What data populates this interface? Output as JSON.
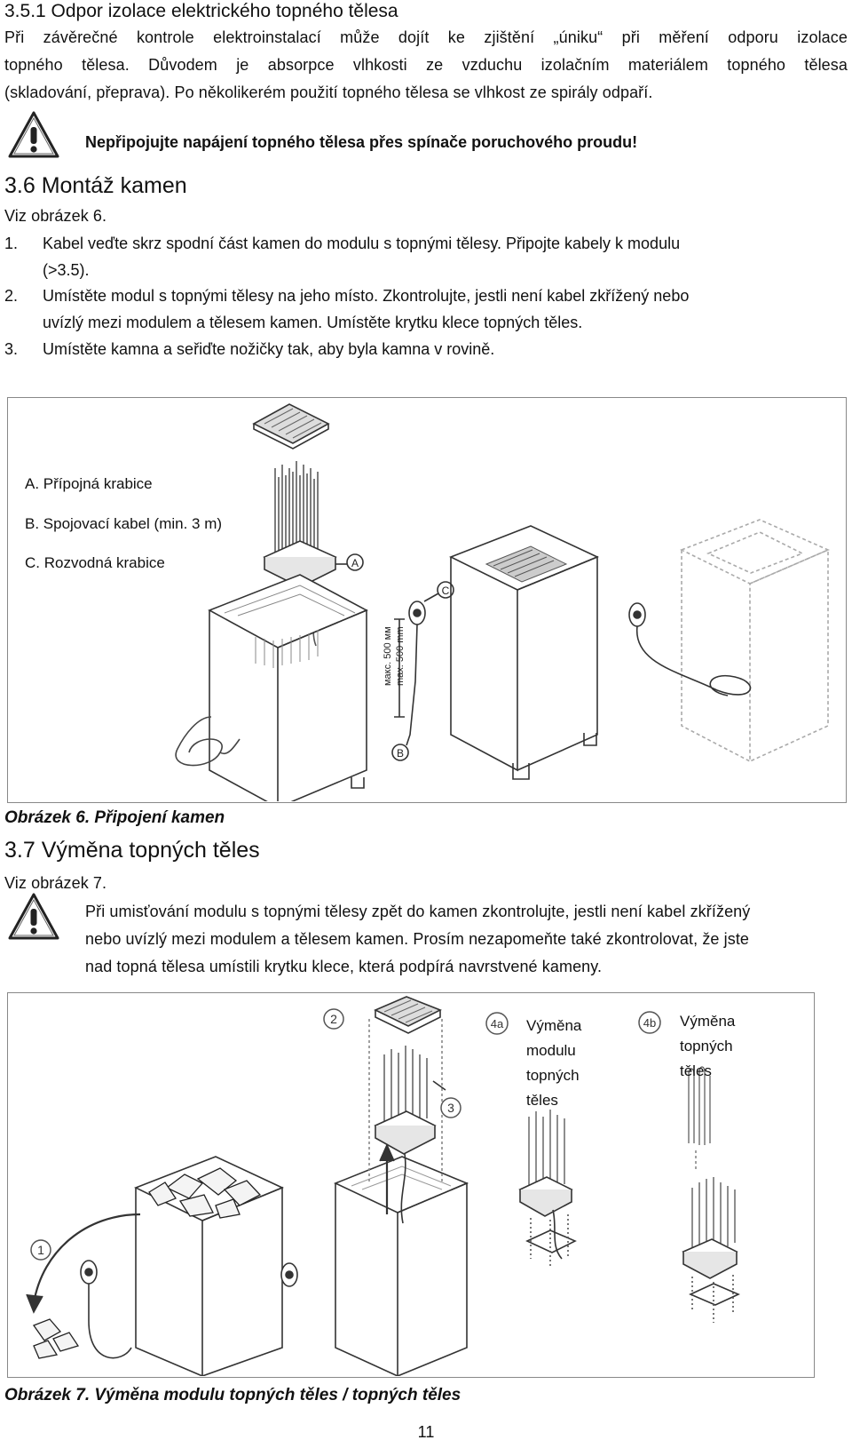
{
  "section351": {
    "title": "3.5.1 Odpor izolace elektrického topného tělesa",
    "lines": [
      "Při závěrečné kontrole elektroinstalací může dojít ke zjištění „úniku“ při měření odporu izolace",
      "topného tělesa. Důvodem je absorpce vlhkosti ze vzduchu izolačním materiálem topného tělesa",
      "(skladování, přeprava). Po několikerém použití topného tělesa se vlhkost ze spirály odpaří."
    ],
    "warning": "Nepřipojujte napájení topného tělesa přes spínače poruchového proudu!"
  },
  "section36": {
    "title": "3.6 Montáž kamen",
    "see": "Viz obrázek 6.",
    "items": [
      {
        "num": "1.",
        "lines": [
          "Kabel veďte skrz spodní část kamen do modulu s topnými tělesy. Připojte kabely k modulu",
          "(>3.5)."
        ]
      },
      {
        "num": "2.",
        "lines": [
          "Umístěte modul s topnými tělesy na jeho místo. Zkontrolujte, jestli není kabel zkřížený nebo",
          "uvízlý mezi modulem a tělesem kamen. Umístěte krytku klece topných těles."
        ]
      },
      {
        "num": "3.",
        "lines": [
          "Umístěte kamna a seřiďte nožičky tak, aby byla kamna v rovině."
        ]
      }
    ]
  },
  "figure6": {
    "labels": [
      "A. Přípojná krabice",
      "B. Spojovací kabel (min. 3 m)",
      "C. Rozvodná krabice"
    ],
    "callouts": [
      "A",
      "B",
      "C"
    ],
    "dimension": [
      "макс. 500 мм",
      "max. 500 mm"
    ],
    "caption": "Obrázek 6. Připojení kamen"
  },
  "section37": {
    "title": "3.7 Výměna topných těles",
    "see": "Viz obrázek 7.",
    "warning_lines": [
      "Při umisťování modulu s topnými tělesy zpět do kamen zkontrolujte, jestli není kabel zkřížený",
      "nebo uvízlý mezi modulem a tělesem kamen. Prosím nezapomeňte také zkontrolovat, že jste",
      "nad topná tělesa umístili krytku klece, která podpírá navrstvené kameny."
    ]
  },
  "figure7": {
    "callouts": [
      "1",
      "2",
      "3",
      "4a",
      "4b"
    ],
    "label4a": [
      "Výměna",
      "modulu",
      "topných",
      "těles"
    ],
    "label4b": [
      "Výměna",
      "topných",
      "těles"
    ],
    "caption": "Obrázek 7. Výměna modulu topných těles / topných těles"
  },
  "page_number": "11",
  "icons": [
    "warning-triangle-icon"
  ]
}
